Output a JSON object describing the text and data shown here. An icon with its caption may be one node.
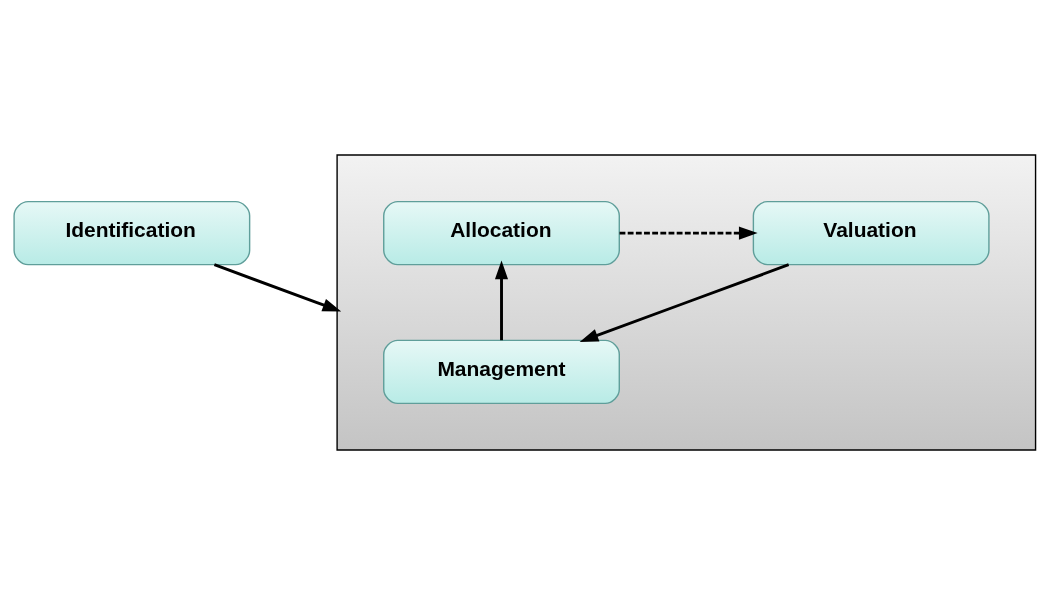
{
  "diagram": {
    "nodes": [
      {
        "text": [
          "Identification"
        ]
      },
      {
        "text": [],
        "shape": "box"
      },
      {
        "text": [
          "Allocation"
        ],
        "in": 1
      },
      {
        "text": [
          "Valuation"
        ],
        "in": 1
      },
      {
        "text": [
          "Management"
        ],
        "in": 1
      }
    ],
    "edges": [
      {
        "from": 0,
        "to": 1,
        "arrow": "to"
      },
      {
        "from": 2,
        "to": 3,
        "arrow": "to",
        "style": "dashed"
      },
      {
        "from": 3,
        "to": 4,
        "arrow": "to"
      },
      {
        "from": 4,
        "to": 2,
        "arrow": "to"
      }
    ]
  }
}
